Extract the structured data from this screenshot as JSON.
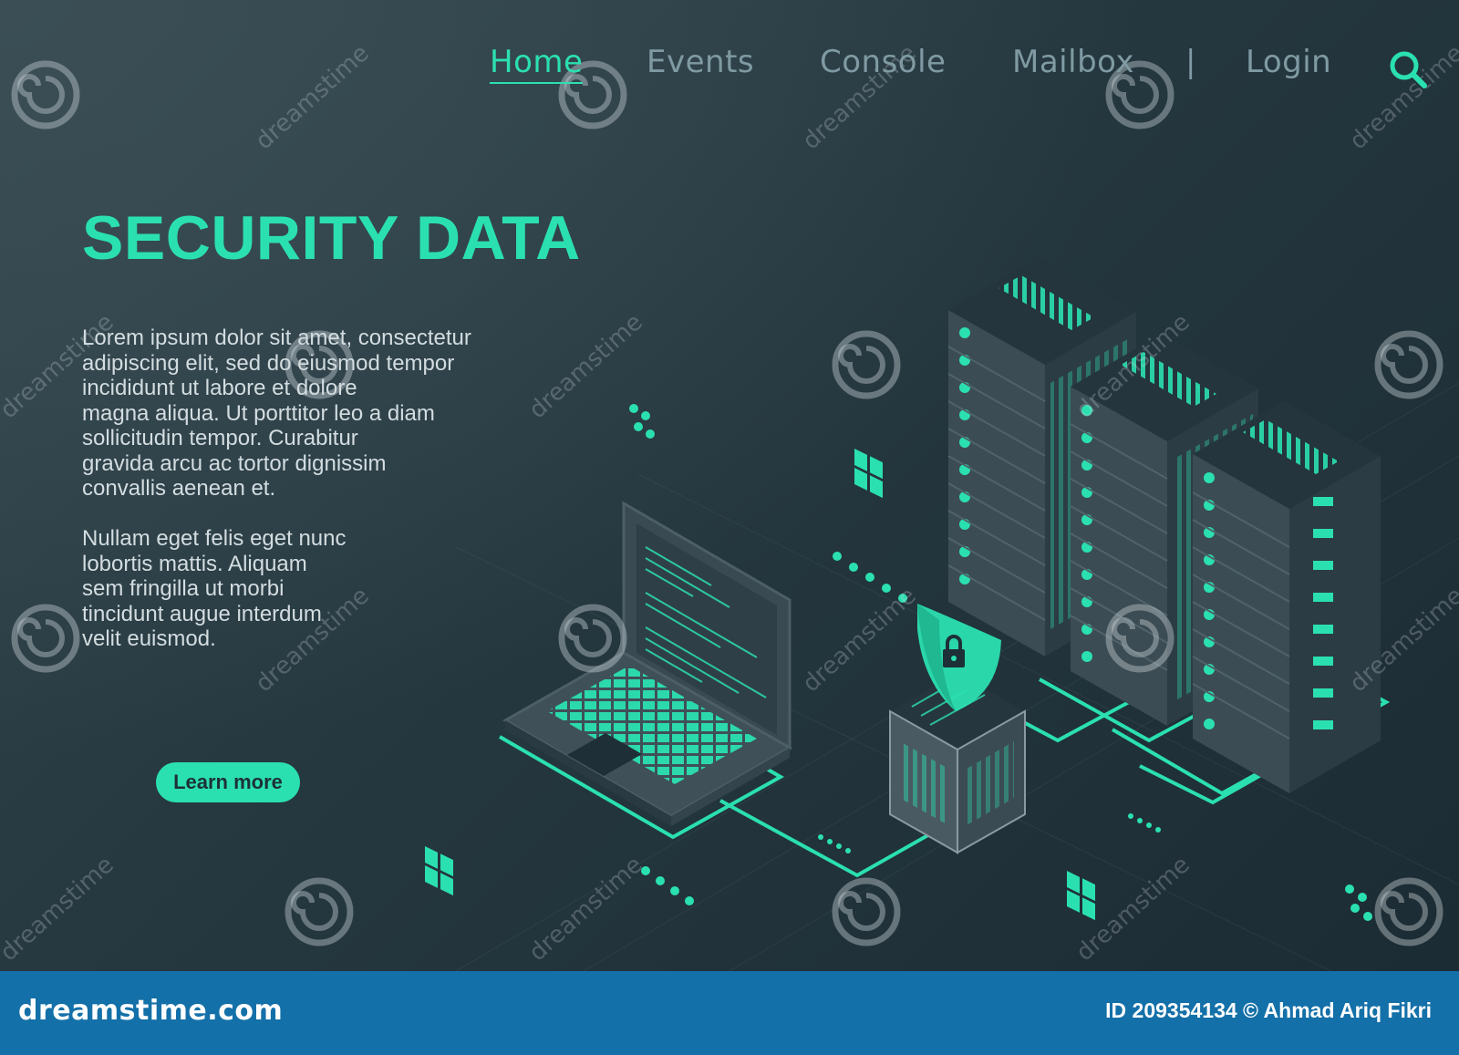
{
  "nav": {
    "items": [
      {
        "label": "Home",
        "active": true
      },
      {
        "label": "Events",
        "active": false
      },
      {
        "label": "Console",
        "active": false
      },
      {
        "label": "Mailbox",
        "active": false
      }
    ],
    "separator": "|",
    "login_label": "Login",
    "search_icon": "search-icon"
  },
  "hero": {
    "title": "SECURITY DATA",
    "paragraph1": "Lorem ipsum dolor sit amet, consectetur\nadipiscing elit, sed do eiusmod tempor\nincididunt ut labore et dolore\nmagna aliqua. Ut porttitor leo a diam\nsollicitudin tempor. Curabitur\ngravida arcu ac tortor dignissim\nconvallis aenean et.",
    "paragraph2": "Nullam eget felis eget nunc\nlobortis mattis. Aliquam\nsem fringilla ut morbi\ntincidunt augue interdum\nvelit euismod.",
    "button_label": "Learn more"
  },
  "illustration": {
    "icons": [
      "laptop-icon",
      "server-rack-icon",
      "shield-lock-icon",
      "storage-box-icon"
    ]
  },
  "watermark": {
    "text": "dreamstime"
  },
  "footer": {
    "brand": "dreamstime.com",
    "credit": "ID 209354134 © Ahmad Ariq Fikri"
  },
  "colors": {
    "accent": "#2be0b0",
    "background": "#25373f",
    "nav_text": "#7f9aa2",
    "footer_bar": "#1470a8"
  }
}
